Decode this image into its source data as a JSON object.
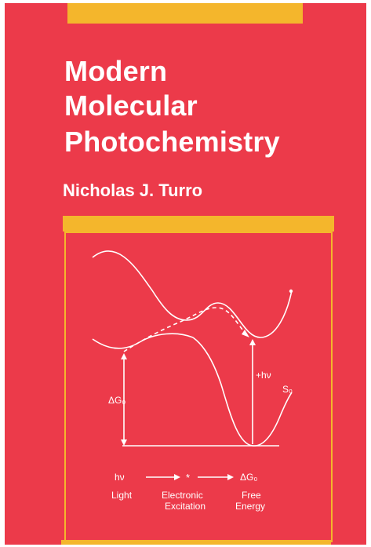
{
  "book": {
    "title_line1": "Modern",
    "title_line2": "Molecular",
    "title_line3": "Photochemistry",
    "author": "Nicholas J. Turro"
  },
  "diagram": {
    "delta_g_label": "ΔG₀",
    "hv_label": "+hν",
    "s0_label": "S₀",
    "star_label": "*",
    "legend": {
      "hv": "hν",
      "star": "*",
      "delta_g": "ΔG₀",
      "light": "Light",
      "electronic_1": "Electronic",
      "electronic_2": "Excitation",
      "free_1": "Free",
      "free_2": "Energy"
    }
  },
  "colors": {
    "background": "#ec3a4a",
    "accent": "#f4b62c",
    "ink": "#ffffff"
  }
}
